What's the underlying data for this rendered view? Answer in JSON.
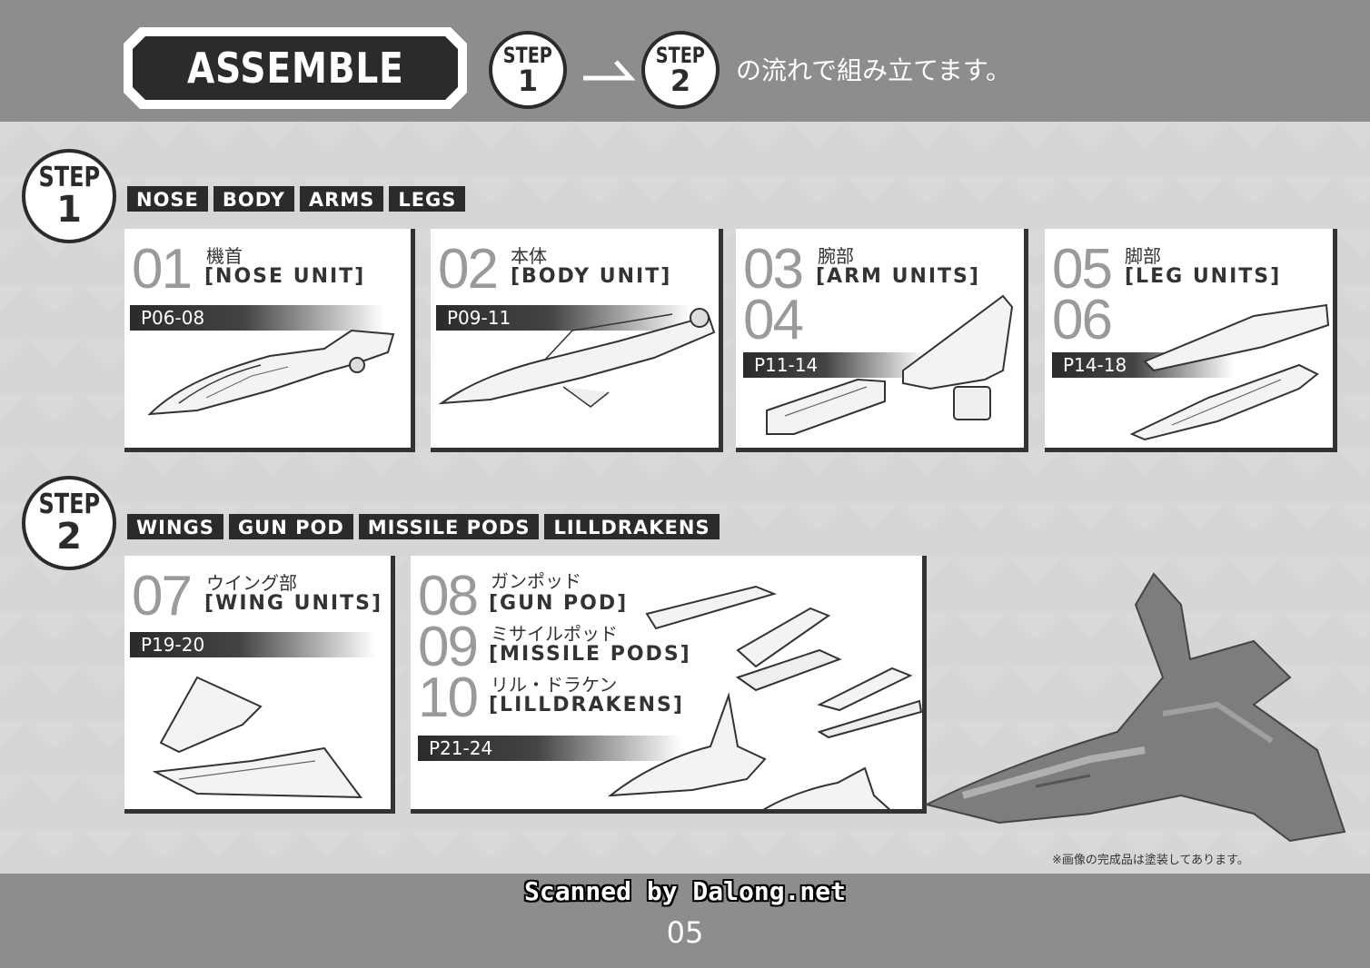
{
  "header": {
    "title": "ASSEMBLE",
    "step_word": "STEP",
    "step1_num": "1",
    "step2_num": "2",
    "flow_text": "の流れで組み立てます。"
  },
  "step1": {
    "word": "STEP",
    "num": "1",
    "tags": [
      "NOSE",
      "BODY",
      "ARMS",
      "LEGS"
    ],
    "panels": [
      {
        "num": "01",
        "num2": "",
        "jp": "機首",
        "en": "[NOSE UNIT]",
        "pages": "P06-08"
      },
      {
        "num": "02",
        "num2": "",
        "jp": "本体",
        "en": "[BODY UNIT]",
        "pages": "P09-11"
      },
      {
        "num": "03",
        "num2": "04",
        "jp": "腕部",
        "en": "[ARM UNITS]",
        "pages": "P11-14"
      },
      {
        "num": "05",
        "num2": "06",
        "jp": "脚部",
        "en": "[LEG UNITS]",
        "pages": "P14-18"
      }
    ]
  },
  "step2": {
    "word": "STEP",
    "num": "2",
    "tags": [
      "WINGS",
      "GUN POD",
      "MISSILE PODS",
      "LILLDRAKENS"
    ],
    "panel7": {
      "num": "07",
      "jp": "ウイング部",
      "en": "[WING UNITS]",
      "pages": "P19-20"
    },
    "panel8": {
      "items": [
        {
          "num": "08",
          "jp": "ガンポッド",
          "en": "[GUN POD]"
        },
        {
          "num": "09",
          "jp": "ミサイルポッド",
          "en": "[MISSILE PODS]"
        },
        {
          "num": "10",
          "jp": "リル・ドラケン",
          "en": "[LILLDRAKENS]"
        }
      ],
      "pages": "P21-24"
    }
  },
  "note": "※画像の完成品は塗装してあります。",
  "watermark": "Scanned by Dalong.net",
  "page_number": "05"
}
